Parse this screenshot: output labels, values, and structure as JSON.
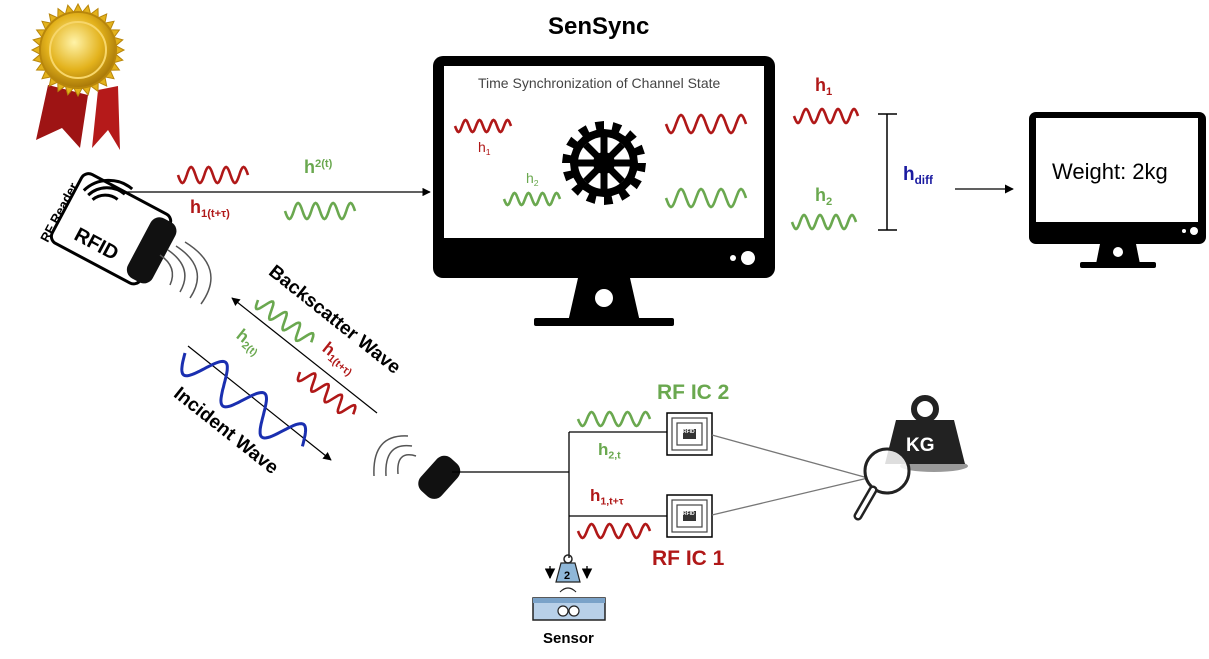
{
  "title": "SenSync",
  "monitor": {
    "heading": "Time Synchronization of Channel State",
    "h1_base": "h",
    "h1_sub": "1",
    "h2_base": "h",
    "h2_sub": "2"
  },
  "right_labels": {
    "h1_base": "h",
    "h1_sub": "1",
    "h2_base": "h",
    "h2_sub": "2",
    "hdiff_base": "h",
    "hdiff_sub": "diff"
  },
  "weight_display": "Weight: 2kg",
  "top_link": {
    "h1_base": "h",
    "h1_sub": "1(t+τ)",
    "h2_base": "h",
    "h2_sup": "2(t)"
  },
  "reader": {
    "label": "RF Reader",
    "badge": "RFID"
  },
  "waves": {
    "backscatter_label": "Backscatter Wave",
    "incident_label": "Incident Wave",
    "h2_base": "h",
    "h2_sub": "2(t)",
    "h1_base": "h",
    "h1_sub": "1(t+τ)"
  },
  "tags": {
    "ic2_label": "RF IC 2",
    "ic1_label": "RF IC 1",
    "h2t_base": "h",
    "h2t_sub": "2,t",
    "h1t_base": "h",
    "h1t_sub": "1,t+τ",
    "tag_text": "RFID"
  },
  "weight_object": {
    "label": "KG"
  },
  "sensor": {
    "label": "Sensor",
    "badge": "2"
  },
  "colors": {
    "red": "#b01818",
    "green": "#6aa84f",
    "blue": "#1a1aa0",
    "gold": "#e3b21c"
  }
}
